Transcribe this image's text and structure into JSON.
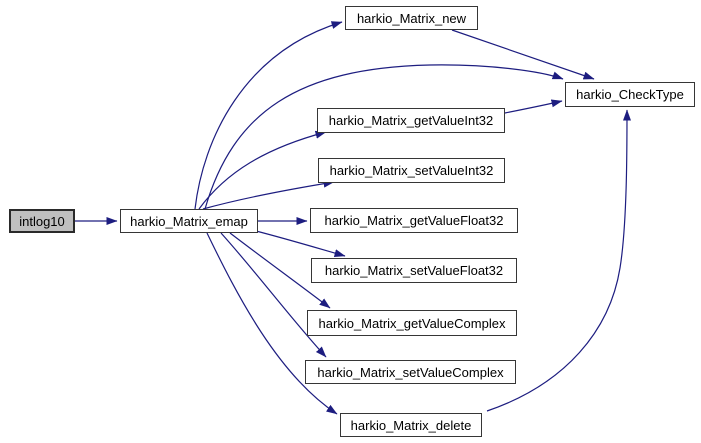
{
  "diagram": {
    "type": "call-graph",
    "colors": {
      "edge": "#1d1d80",
      "node_border": "#363636",
      "node_fill": "#ffffff",
      "highlight_fill": "#bfbfbf",
      "background": "#ffffff",
      "text": "#000000"
    },
    "nodes": [
      {
        "id": "intlog10",
        "label": "intlog10",
        "highlighted": true
      },
      {
        "id": "harkio_Matrix_emap",
        "label": "harkio_Matrix_emap",
        "highlighted": false
      },
      {
        "id": "harkio_Matrix_new",
        "label": "harkio_Matrix_new",
        "highlighted": false
      },
      {
        "id": "harkio_CheckType",
        "label": "harkio_CheckType",
        "highlighted": false
      },
      {
        "id": "harkio_Matrix_getValueInt32",
        "label": "harkio_Matrix_getValueInt32",
        "highlighted": false
      },
      {
        "id": "harkio_Matrix_setValueInt32",
        "label": "harkio_Matrix_setValueInt32",
        "highlighted": false
      },
      {
        "id": "harkio_Matrix_getValueFloat32",
        "label": "harkio_Matrix_getValueFloat32",
        "highlighted": false
      },
      {
        "id": "harkio_Matrix_setValueFloat32",
        "label": "harkio_Matrix_setValueFloat32",
        "highlighted": false
      },
      {
        "id": "harkio_Matrix_getValueComplex",
        "label": "harkio_Matrix_getValueComplex",
        "highlighted": false
      },
      {
        "id": "harkio_Matrix_setValueComplex",
        "label": "harkio_Matrix_setValueComplex",
        "highlighted": false
      },
      {
        "id": "harkio_Matrix_delete",
        "label": "harkio_Matrix_delete",
        "highlighted": false
      }
    ],
    "edges": [
      {
        "from": "intlog10",
        "to": "harkio_Matrix_emap"
      },
      {
        "from": "harkio_Matrix_emap",
        "to": "harkio_Matrix_new"
      },
      {
        "from": "harkio_Matrix_emap",
        "to": "harkio_CheckType"
      },
      {
        "from": "harkio_Matrix_emap",
        "to": "harkio_Matrix_getValueInt32"
      },
      {
        "from": "harkio_Matrix_emap",
        "to": "harkio_Matrix_setValueInt32"
      },
      {
        "from": "harkio_Matrix_emap",
        "to": "harkio_Matrix_getValueFloat32"
      },
      {
        "from": "harkio_Matrix_emap",
        "to": "harkio_Matrix_setValueFloat32"
      },
      {
        "from": "harkio_Matrix_emap",
        "to": "harkio_Matrix_getValueComplex"
      },
      {
        "from": "harkio_Matrix_emap",
        "to": "harkio_Matrix_setValueComplex"
      },
      {
        "from": "harkio_Matrix_emap",
        "to": "harkio_Matrix_delete"
      },
      {
        "from": "harkio_Matrix_new",
        "to": "harkio_CheckType"
      },
      {
        "from": "harkio_Matrix_getValueInt32",
        "to": "harkio_CheckType"
      },
      {
        "from": "harkio_Matrix_delete",
        "to": "harkio_CheckType"
      }
    ]
  }
}
